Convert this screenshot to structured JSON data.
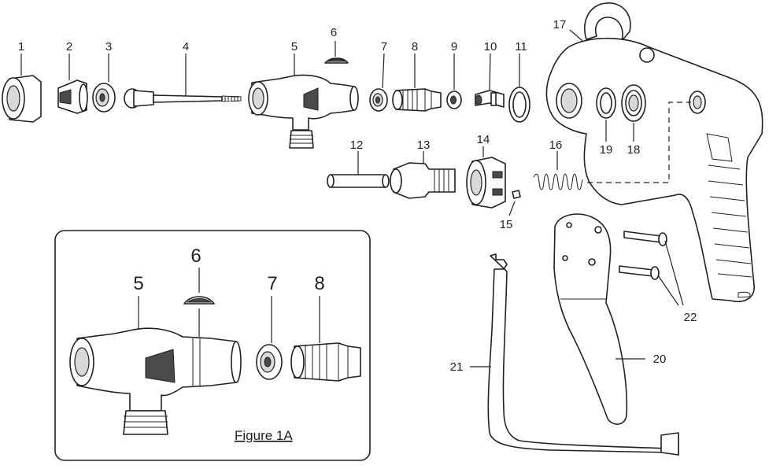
{
  "callouts": {
    "c1": "1",
    "c2": "2",
    "c3": "3",
    "c4": "4",
    "c5": "5",
    "c6": "6",
    "c7": "7",
    "c8": "8",
    "c9": "9",
    "c10": "10",
    "c11": "11",
    "c12": "12",
    "c13": "13",
    "c14": "14",
    "c15": "15",
    "c16": "16",
    "c17": "17",
    "c18": "18",
    "c19": "19",
    "c20": "20",
    "c21": "21",
    "c22": "22"
  },
  "inset": {
    "caption": "Figure 1A",
    "c5": "5",
    "c6": "6",
    "c7": "7",
    "c8": "8"
  }
}
